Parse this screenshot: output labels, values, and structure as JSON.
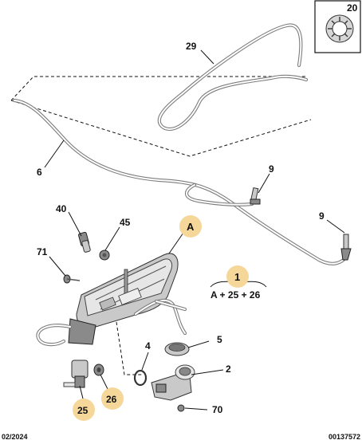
{
  "callouts": {
    "c20": "20",
    "c29": "29",
    "c6": "6",
    "c9a": "9",
    "c9b": "9",
    "c40": "40",
    "c45": "45",
    "cA": "A",
    "c71": "71",
    "c1": "1",
    "c4": "4",
    "c5": "5",
    "c2": "2",
    "c25": "25",
    "c26": "26",
    "c70": "70"
  },
  "kit_formula": "A + 25 + 26",
  "footer": {
    "date": "02/2024",
    "reference": "00137572"
  },
  "colors": {
    "highlight": "#f5d79a",
    "line": "#111111",
    "hose": "#7d7d7d"
  }
}
